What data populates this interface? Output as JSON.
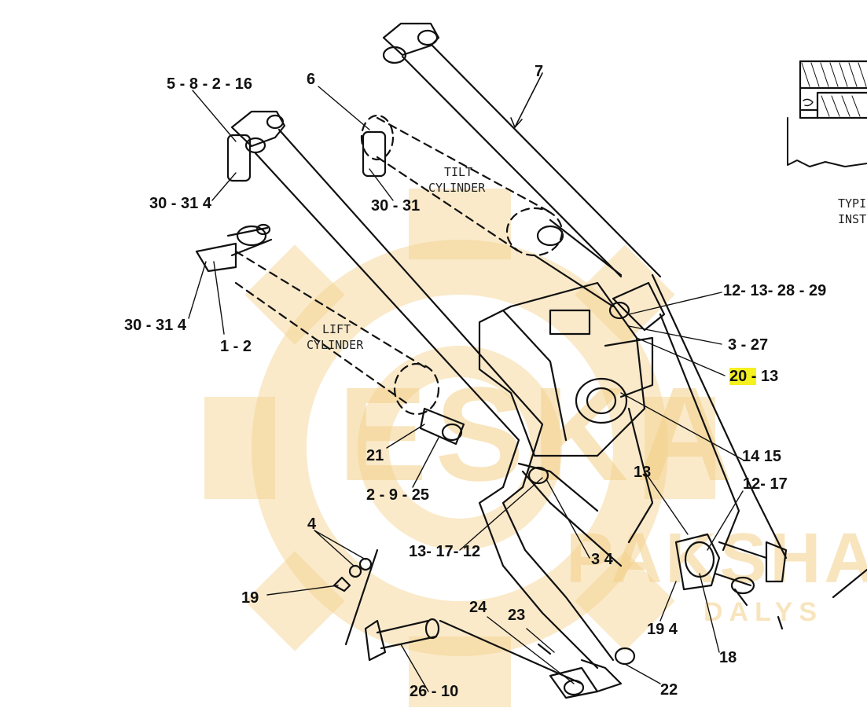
{
  "watermark": {
    "big_text": "ESKA",
    "small_text": "PAKSHA",
    "tiny_text": "DALYS",
    "color": "#f3d08a"
  },
  "cylinders": {
    "tilt": [
      "TILT",
      "CYLINDER"
    ],
    "lift": [
      "LIFT",
      "CYLINDER"
    ]
  },
  "inset_text": [
    "TYPI",
    "INST"
  ],
  "labels": {
    "l_5_8_2_16": "5 - 8 - 2 - 16",
    "l_6": "6",
    "l_7": "7",
    "l_30_31_4_a": "30 - 31  4",
    "l_30_31": "30 - 31",
    "l_30_31_4_b": "30 - 31  4",
    "l_1_2": "1 - 2",
    "l_12_13_28_29": "12- 13- 28 - 29",
    "l_3_27": "3 - 27",
    "l_20_prefix": "20 -",
    "l_20_suffix": " 13",
    "l_14_15": "14  15",
    "l_13_a": "13",
    "l_12_17": "12- 17",
    "l_21": "21",
    "l_2_9_25": "2 - 9 - 25",
    "l_4": "4",
    "l_13_17_12": "13- 17- 12",
    "l_3_4": "3  4",
    "l_19_a": "19",
    "l_24": "24",
    "l_23": "23",
    "l_19_4": "19  4",
    "l_18": "18",
    "l_26_10": "26 - 10",
    "l_22": "22"
  }
}
